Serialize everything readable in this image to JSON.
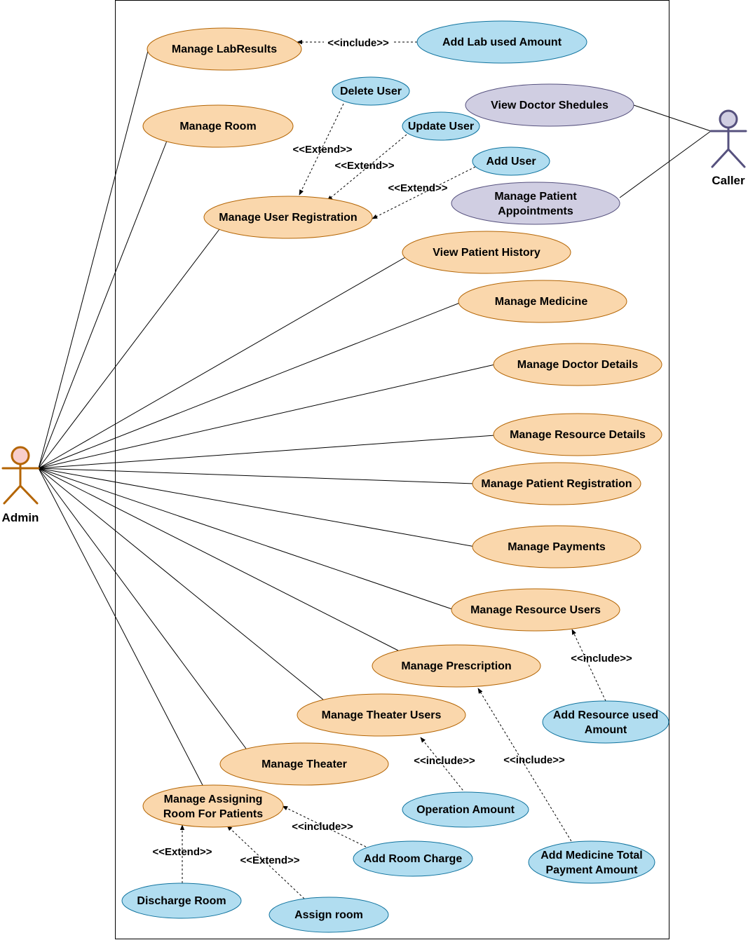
{
  "actors": {
    "admin": {
      "label": "Admin",
      "color": "#b46504",
      "fill": "#f8cecc"
    },
    "caller": {
      "label": "Caller",
      "color": "#56517e",
      "fill": "#d0cee2"
    }
  },
  "colors": {
    "orange_fill": "#fad7ac",
    "orange_stroke": "#b46504",
    "blue_fill": "#b1ddf0",
    "blue_stroke": "#10739e",
    "purple_fill": "#d0cee2",
    "purple_stroke": "#56517e"
  },
  "use_cases": {
    "manage_labresults": "Manage LabResults",
    "add_lab_used_amount": "Add Lab used Amount",
    "delete_user": "Delete User",
    "view_doctor_shedules": "View Doctor Shedules",
    "manage_room": "Manage Room",
    "update_user": "Update User",
    "add_user": "Add User",
    "manage_patient_appointments": [
      "Manage Patient",
      "Appointments"
    ],
    "manage_user_registration": "Manage User Registration",
    "view_patient_history": "View Patient History",
    "manage_medicine": "Manage Medicine",
    "manage_doctor_details": "Manage Doctor Details",
    "manage_resource_details": "Manage Resource Details",
    "manage_patient_registration": "Manage Patient Registration",
    "manage_payments": "Manage Payments",
    "manage_resource_users": "Manage Resource Users",
    "manage_prescription": "Manage Prescription",
    "add_resource_used_amount": [
      "Add Resource used",
      "Amount"
    ],
    "manage_theater_users": "Manage Theater Users",
    "manage_theater": "Manage Theater",
    "manage_assigning_room": [
      "Manage Assigning",
      "Room For Patients"
    ],
    "operation_amount": "Operation Amount",
    "add_room_charge": "Add Room Charge",
    "add_medicine_total_payment_amount": [
      "Add Medicine Total",
      "Payment Amount"
    ],
    "discharge_room": "Discharge Room",
    "assign_room": "Assign room"
  },
  "relations": {
    "include": "<<include>>",
    "extend": "<<Extend>>"
  }
}
